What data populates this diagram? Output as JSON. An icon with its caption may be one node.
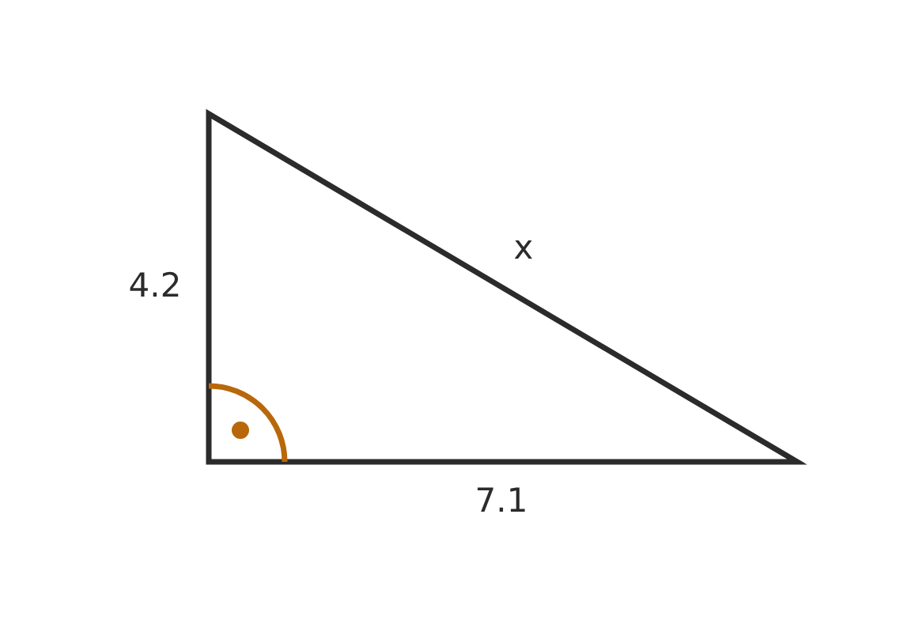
{
  "diagram": {
    "labels": [
      "4.2",
      "x",
      "7.1"
    ]
  }
}
